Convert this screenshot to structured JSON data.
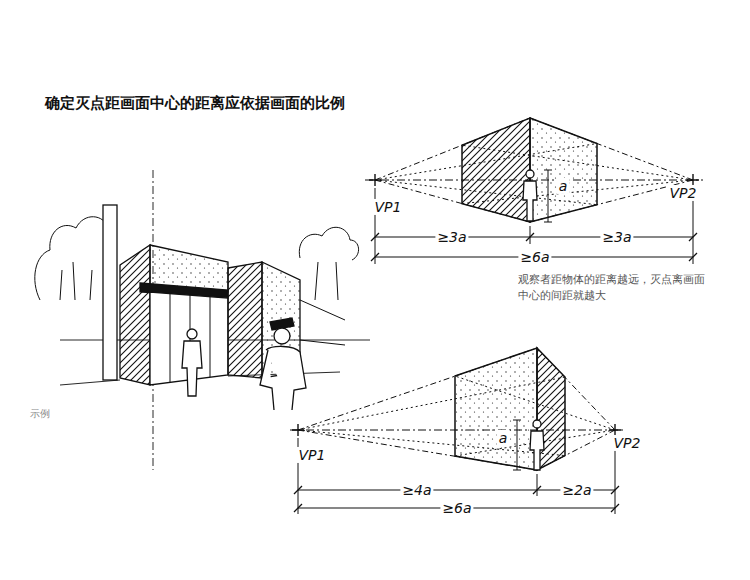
{
  "diagram": {
    "title": "确定灭点距画面中心的距离应依据画面的比例",
    "labels": [
      "VP1",
      "a",
      "VP2",
      "≥3a",
      "≥3a",
      "≥6a",
      "观察者距物体的距离越远，灭点离画面中心的间距就越大",
      "示例",
      "a",
      "VP1",
      "VP2",
      "≥4a",
      "≥2a",
      "≥6a"
    ]
  }
}
